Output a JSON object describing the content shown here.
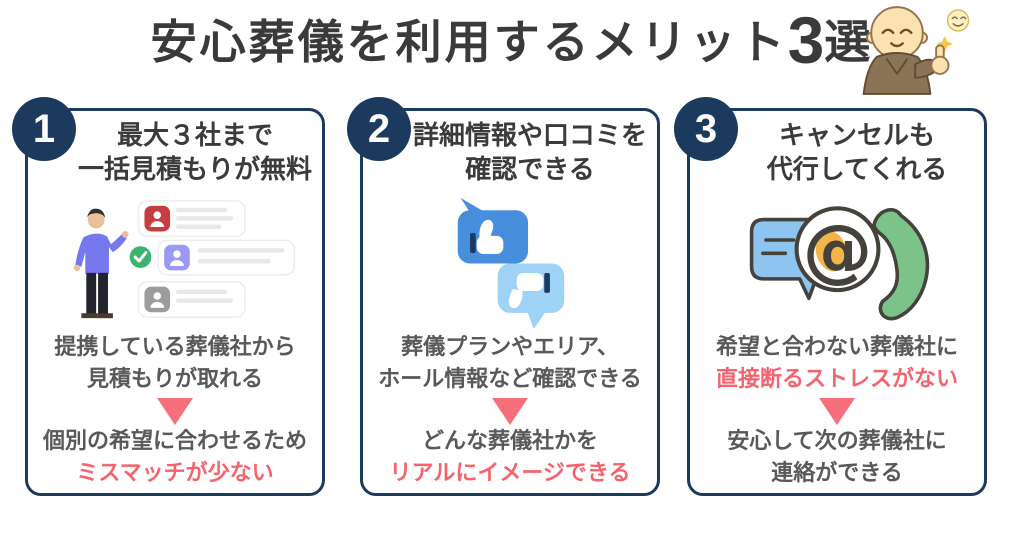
{
  "title": {
    "text_before_number": "安心葬儀を利用するメリット",
    "number": "3",
    "text_after_number": "選"
  },
  "mascot_icon": "monk-thumbs-up-mascot",
  "colors": {
    "navy": "#1c3a5e",
    "accent_pink": "#f4646e",
    "triangle_pink": "#f5707b",
    "heading_text": "#3b3b3b",
    "body_text": "#595959",
    "background": "#ffffff"
  },
  "cards": [
    {
      "number": "1",
      "heading_line1": "最大３社まで",
      "heading_line2": "一括見積もりが無料",
      "icon": "person-comparing-quotes-illustration",
      "top_line1": "提携している葬儀社から",
      "top_line2": "見積もりが取れる",
      "bottom_line1": "個別の希望に合わせるため",
      "bottom_line2": "ミスマッチが少ない"
    },
    {
      "number": "2",
      "heading_line1": "詳細情報や口コミを",
      "heading_line2": "確認できる",
      "icon": "thumbs-up-down-review-bubbles-icon",
      "top_line1": "葬儀プランやエリア、",
      "top_line2": "ホール情報など確認できる",
      "bottom_line1": "どんな葬儀社かを",
      "bottom_line2": "リアルにイメージできる"
    },
    {
      "number": "3",
      "heading_line1": "キャンセルも",
      "heading_line2": "代行してくれる",
      "icon": "message-at-mark-phone-contact-icon",
      "top_line1": "希望と合わない葬儀社に",
      "top_line2": "直接断るストレスがない",
      "bottom_line1": "安心して次の葬儀社に",
      "bottom_line2": "連絡ができる"
    }
  ]
}
